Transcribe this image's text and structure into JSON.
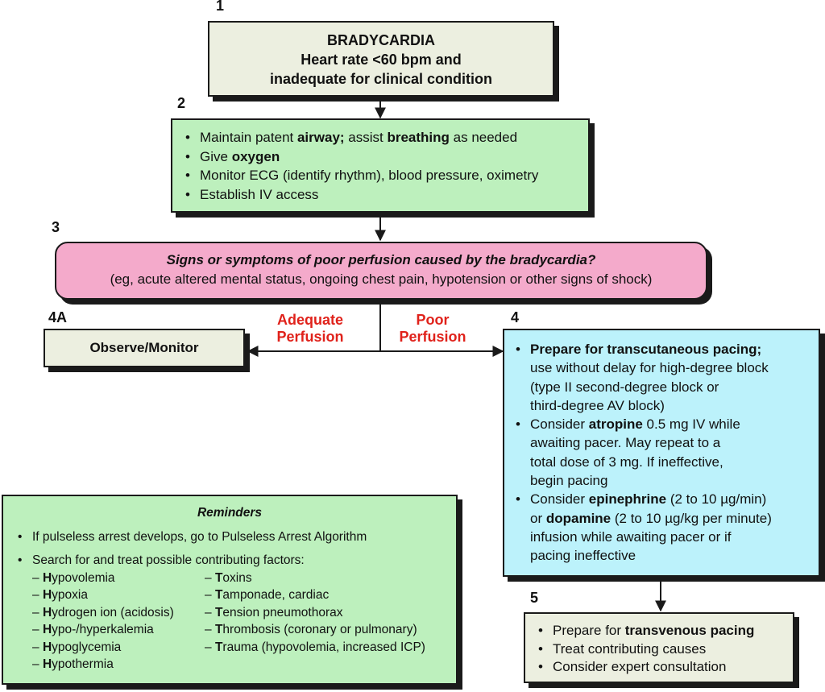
{
  "steps": {
    "s1": "1",
    "s2": "2",
    "s3": "3",
    "s4a": "4A",
    "s4": "4",
    "s5": "5"
  },
  "box1": {
    "title": "BRADYCARDIA",
    "line2": "Heart rate <60 bpm and",
    "line3": "inadequate for clinical condition"
  },
  "box2": {
    "items": [
      {
        "pre": "Maintain patent ",
        "bold": "airway;",
        "mid": " assist ",
        "bold2": "breathing",
        "post": " as needed"
      },
      {
        "pre": "Give ",
        "bold": "oxygen"
      },
      {
        "text": "Monitor ECG (identify rhythm), blood pressure, oximetry"
      },
      {
        "text": "Establish IV access"
      }
    ]
  },
  "box3": {
    "question": "Signs or symptoms of poor perfusion caused by the bradycardia?",
    "examples": "(eg, acute altered mental status, ongoing chest pain, hypotension or other signs of shock)"
  },
  "branch": {
    "adequate_1": "Adequate",
    "adequate_2": "Perfusion",
    "poor_1": "Poor",
    "poor_2": "Perfusion"
  },
  "box4a": {
    "label": "Observe/Monitor"
  },
  "box4": {
    "item1": {
      "bold": "Prepare for transcutaneous pacing;",
      "lines": [
        "use without delay for high-degree block",
        "(type II second-degree block or",
        "third-degree AV block)"
      ]
    },
    "item2": {
      "pre": "Consider ",
      "bold": "atropine",
      "post": " 0.5 mg IV while",
      "lines": [
        "awaiting pacer. May repeat to a",
        "total dose of 3 mg. If ineffective,",
        "begin pacing"
      ]
    },
    "item3": {
      "pre": "Consider ",
      "bold": "epinephrine",
      "post": " (2 to 10 µg/min)",
      "or_pre": "or ",
      "bold2": "dopamine",
      "or_post": " (2 to 10 µg/kg per minute)",
      "lines": [
        "infusion while awaiting pacer or if",
        "pacing ineffective"
      ]
    }
  },
  "box5": {
    "items": [
      {
        "pre": "Prepare for ",
        "bold": "transvenous pacing"
      },
      {
        "text": "Treat contributing causes"
      },
      {
        "text": "Consider expert consultation"
      }
    ]
  },
  "reminders": {
    "title": "Reminders",
    "item1": "If pulseless arrest develops, go to Pulseless Arrest Algorithm",
    "item2": "Search for and treat possible contributing factors:",
    "left_causes": [
      {
        "first": "H",
        "rest": "ypovolemia"
      },
      {
        "first": "H",
        "rest": "ypoxia"
      },
      {
        "first": "H",
        "rest": "ydrogen ion (acidosis)"
      },
      {
        "first": "H",
        "rest": "ypo-/hyperkalemia"
      },
      {
        "first": "H",
        "rest": "ypoglycemia"
      },
      {
        "first": "H",
        "rest": "ypothermia"
      }
    ],
    "right_causes": [
      {
        "first": "T",
        "rest": "oxins"
      },
      {
        "first": "T",
        "rest": "amponade, cardiac"
      },
      {
        "first": "T",
        "rest": "ension pneumothorax"
      },
      {
        "first": "T",
        "rest": "hrombosis (coronary or pulmonary)"
      },
      {
        "first": "T",
        "rest": "rauma (hypovolemia, increased ICP)"
      }
    ],
    "dash": "– "
  },
  "colors": {
    "box_beige": "#ecefe0",
    "box_green": "#bdf0bd",
    "box_pink": "#f4aacb",
    "box_cyan": "#bcf2fb",
    "accent_red": "#e0221b",
    "line": "#1a1a1a"
  }
}
